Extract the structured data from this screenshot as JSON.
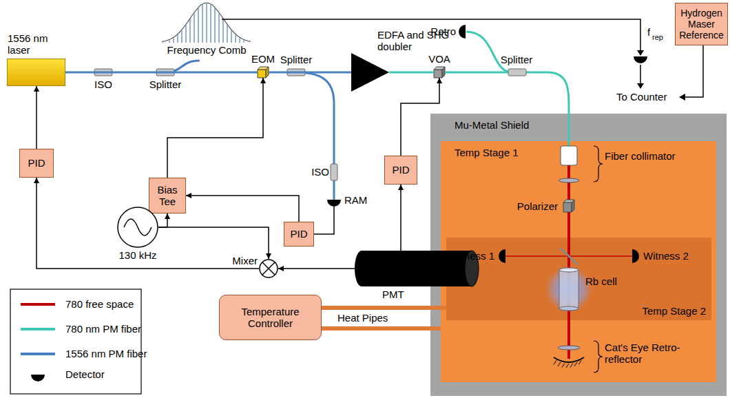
{
  "diagram": {
    "nodes": [
      {
        "text": [
          "1556 nm laser"
        ]
      },
      {
        "text": [
          "EOM"
        ]
      },
      {
        "text": [
          "EDFA and SHG doubler"
        ]
      },
      {
        "text": [
          "VOA"
        ]
      },
      {
        "text": [
          "Hydrogen Maser Reference"
        ]
      },
      {
        "text": [
          "PID"
        ]
      },
      {
        "text": [
          "Bias Tee"
        ]
      },
      {
        "text": [
          "PID"
        ]
      },
      {
        "text": [
          "130 kHz"
        ]
      },
      {
        "text": [
          "Mixer"
        ]
      },
      {
        "text": [
          "PID"
        ]
      },
      {
        "text": [
          "Mu-Metal Shield"
        ]
      },
      {
        "text": [
          "Temp Stage 1"
        ],
        "in": 11
      },
      {
        "text": [
          "Temp Stage 2"
        ],
        "in": 12
      },
      {
        "text": [
          "PMT"
        ]
      },
      {
        "text": [
          "Temperature Controller"
        ]
      }
    ],
    "edges": [
      {
        "from": 0,
        "to": 1,
        "arrow": "none"
      },
      {
        "from": 1,
        "to": 2,
        "arrow": "none"
      },
      {
        "from": 2,
        "to": 3,
        "arrow": "none"
      },
      {
        "from": 5,
        "to": 0,
        "arrow": "to"
      },
      {
        "from": 9,
        "to": 5,
        "arrow": "to"
      },
      {
        "from": 8,
        "to": 6,
        "arrow": "to"
      },
      {
        "from": 8,
        "to": 9,
        "arrow": "to"
      },
      {
        "from": 7,
        "to": 6,
        "arrow": "to"
      },
      {
        "from": 6,
        "to": 1,
        "arrow": "to"
      },
      {
        "from": 14,
        "to": 9,
        "arrow": "to"
      },
      {
        "from": 14,
        "to": 10,
        "arrow": "to"
      },
      {
        "from": 10,
        "to": 3,
        "arrow": "to"
      },
      {
        "from": 15,
        "to": 13,
        "arrow": "none"
      },
      {
        "from": 15,
        "to": 12,
        "arrow": "none"
      }
    ],
    "labels": [
      "ISO",
      "Splitter",
      "Frequency Comb",
      "Splitter",
      "ISO",
      "RAM",
      "Splitter",
      "Retro",
      "f",
      "rep",
      "To Counter",
      "Fiber collimator",
      "Polarizer",
      "Witness 1",
      "Witness 2",
      "Rb cell",
      "Cat's Eye Retro-reflector",
      "Heat Pipes"
    ],
    "legend": [
      {
        "text": "780 free space"
      },
      {
        "text": "780 nm PM fiber"
      },
      {
        "text": "1556 nm PM fiber"
      },
      {
        "text": "Detector"
      }
    ]
  }
}
